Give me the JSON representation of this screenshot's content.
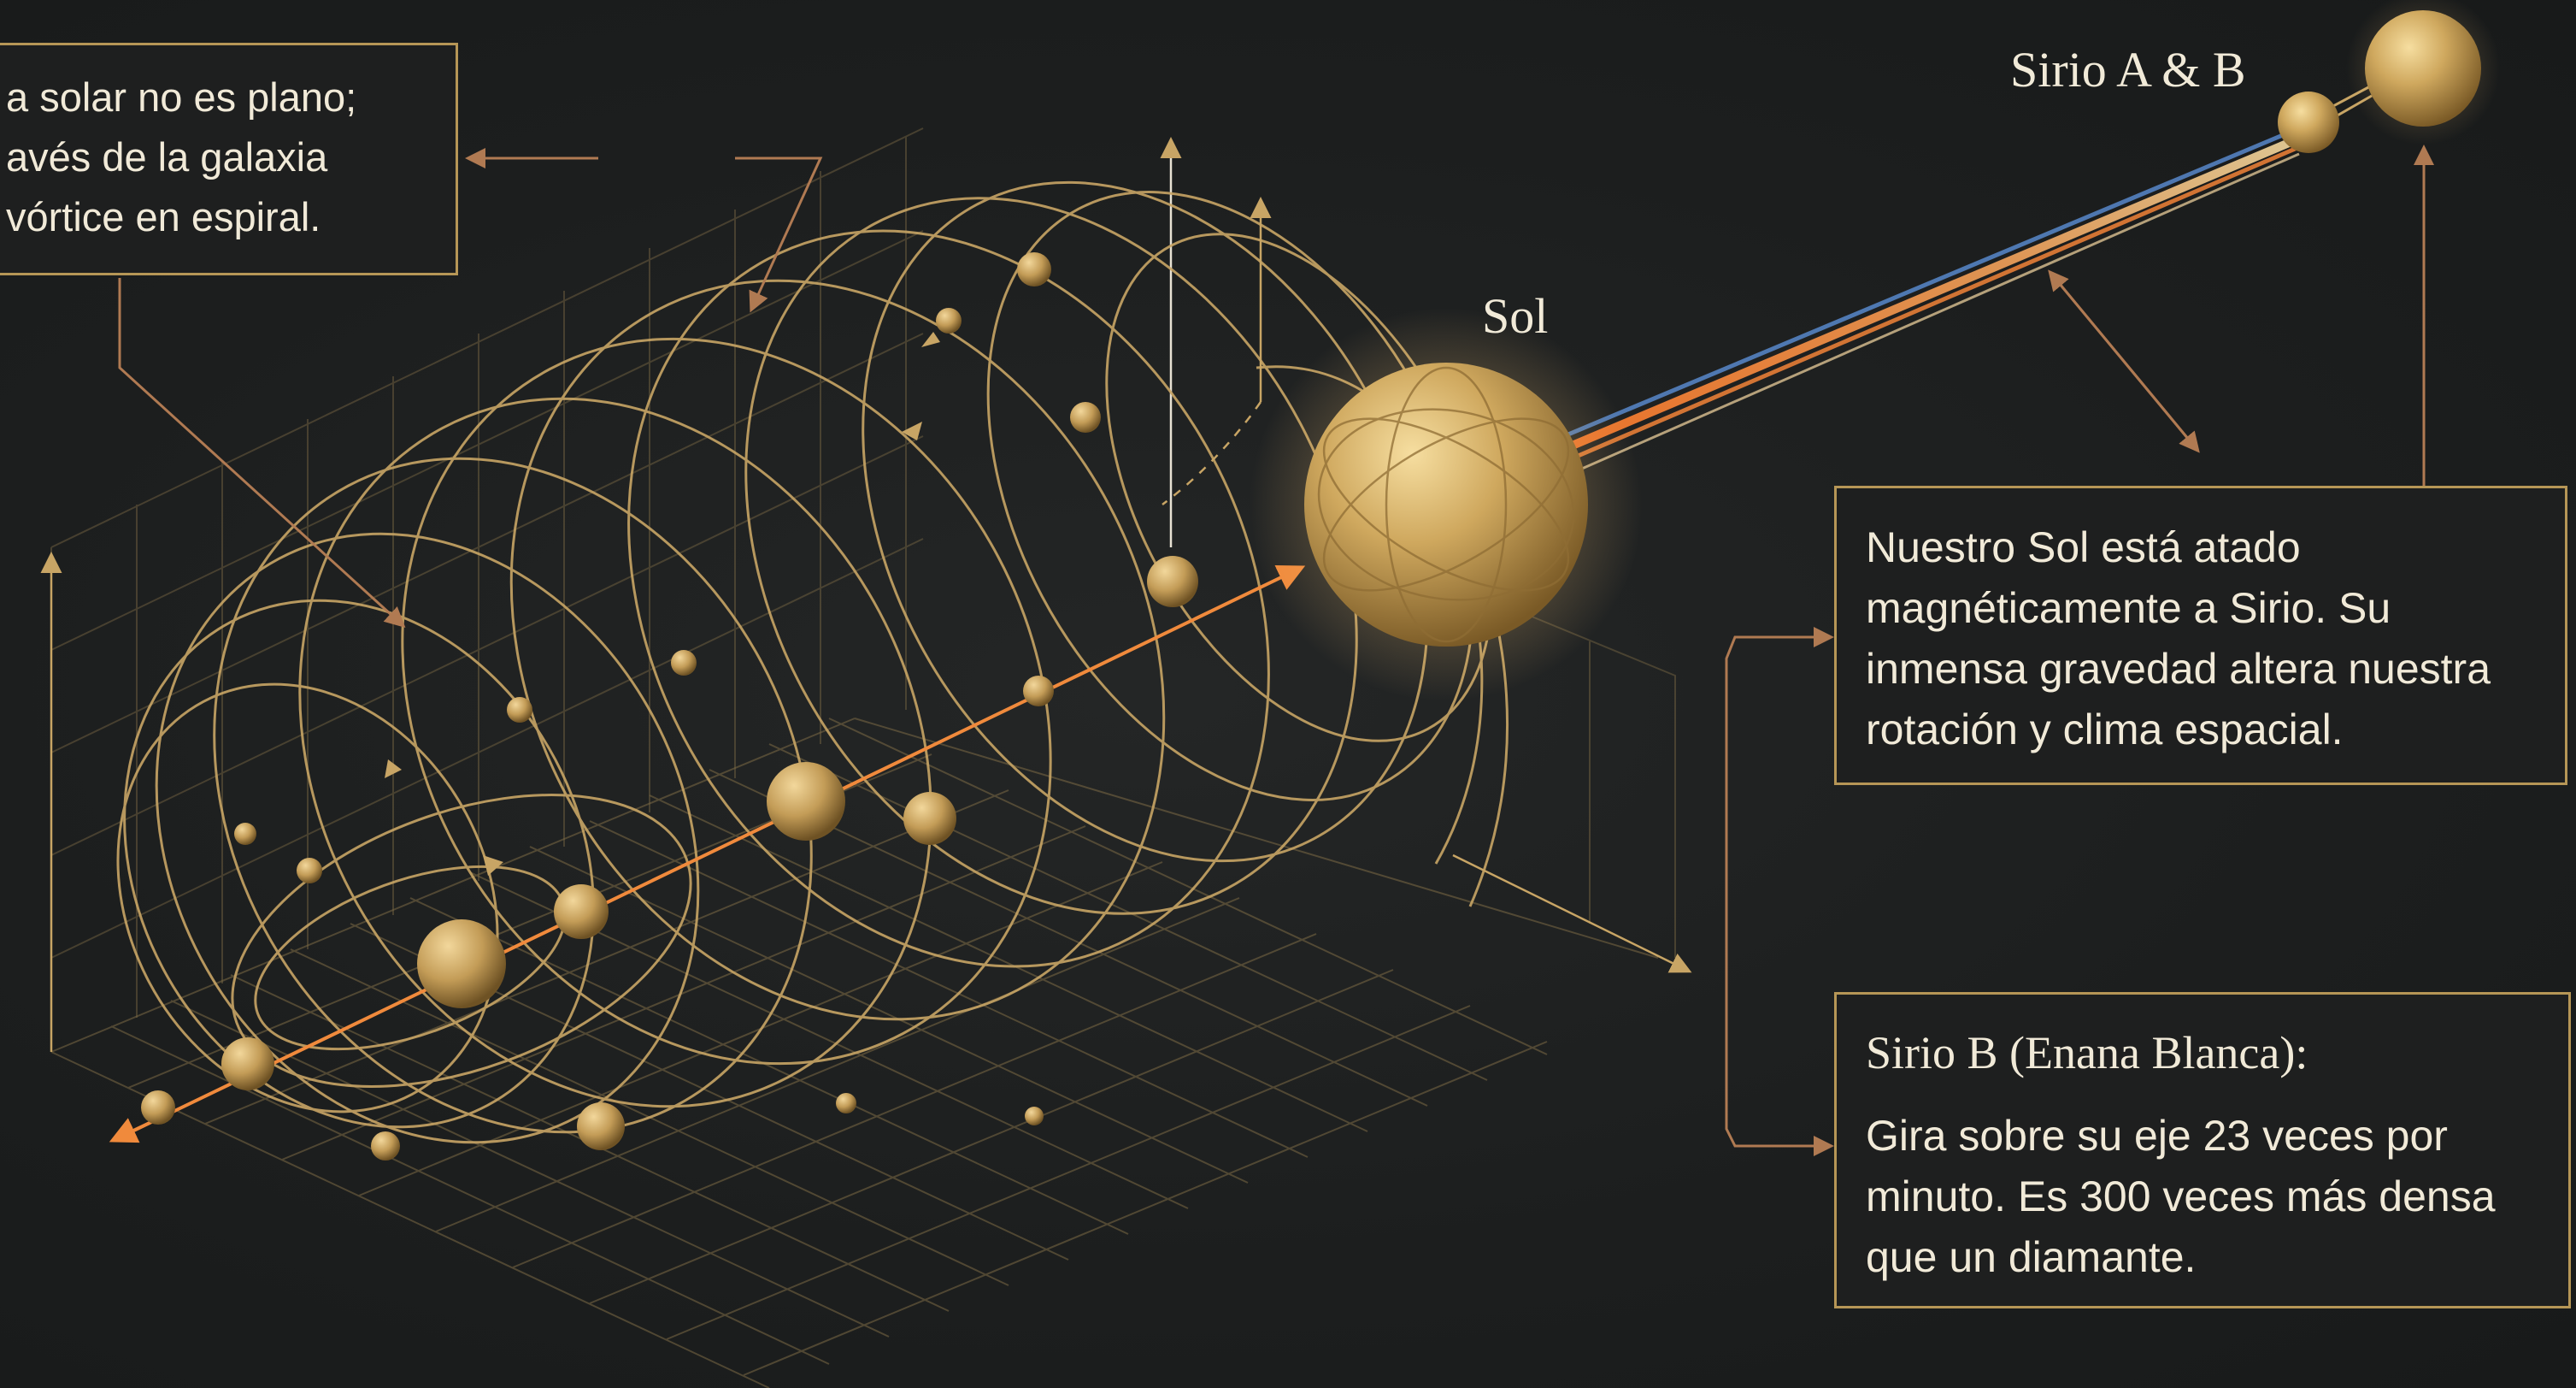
{
  "labels": {
    "sun": "Sol",
    "sirius": "Sirio A & B"
  },
  "callouts": {
    "vortex": "a solar no es plano;\navés de la galaxia\nvórtice en espiral.",
    "binding": "Nuestro Sol está atado\nmagnéticamente a Sirio. Su\ninmensa gravedad altera nuestra\nrotación y clima espacial.",
    "sirius_b_title": "Sirio B (Enana Blanca):",
    "sirius_b_text": "Gira sobre su eje 23 veces por\nminuto. Es 300 veces más densa\nque un diamante."
  },
  "colors": {
    "background": "#1d1f1f",
    "gold": "#c8a565",
    "grid": "#7c6a45",
    "orange_path": "#f08a3c",
    "blue_beam": "#5b8fd6",
    "text": "#f1ead8"
  }
}
